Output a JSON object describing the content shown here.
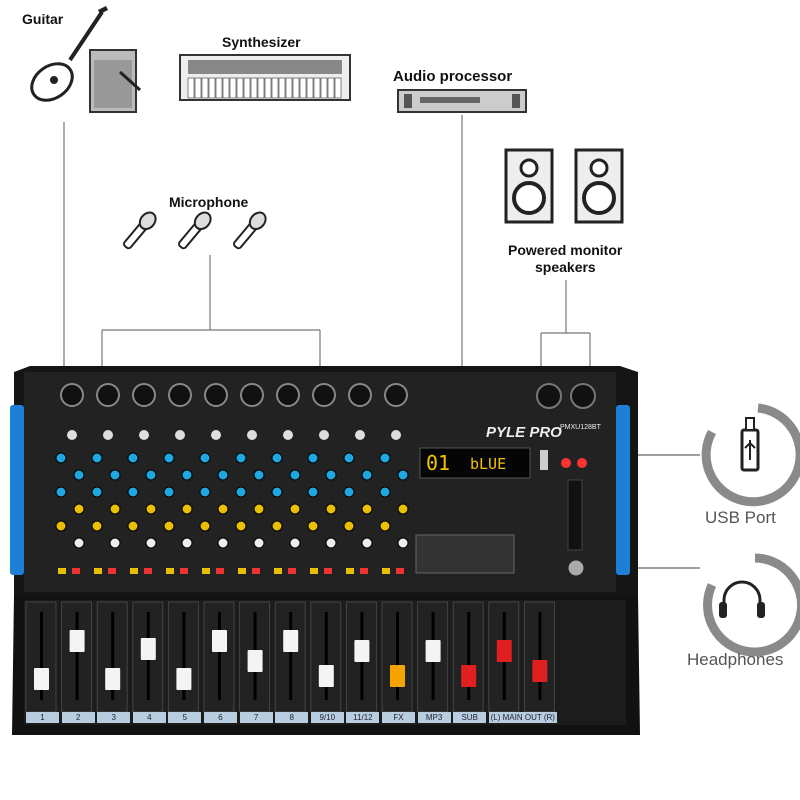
{
  "labels": {
    "guitar": "Guitar",
    "synthesizer": "Synthesizer",
    "audio_processor": "Audio processor",
    "microphone": "Microphone",
    "speakers_line1": "Powered monitor",
    "speakers_line2": "speakers",
    "usb_port": "USB Port",
    "headphones": "Headphones"
  },
  "mixer": {
    "brand": "PYLE PRO",
    "model": "PMXU128BT",
    "display_channel": "01",
    "display_mode": "bLUE",
    "fader_labels": [
      "1",
      "2",
      "3",
      "4",
      "5",
      "6",
      "7",
      "8",
      "9/10",
      "11/12",
      "FX",
      "MP3",
      "SUB",
      "(L) MAIN OUT (R)"
    ]
  },
  "colors": {
    "accent_blue": "#1e7fd6",
    "callout_gray": "#8a8a8a",
    "body": "#1a1a1a",
    "fader_label_bg": "#b9cde0"
  }
}
